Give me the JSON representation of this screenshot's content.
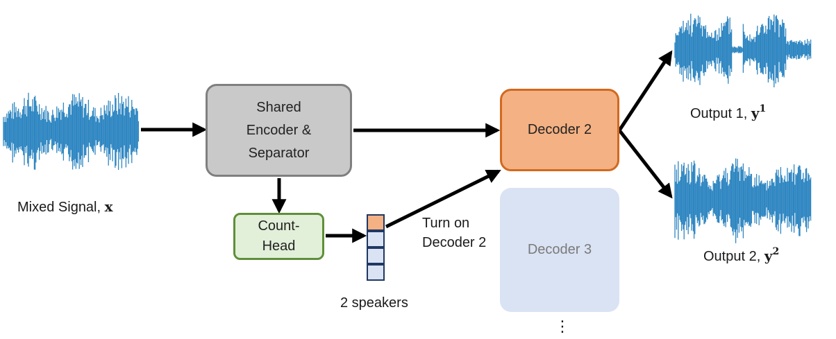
{
  "inputs": {
    "mixed_label": "Mixed Signal, ",
    "mixed_symbol": "x"
  },
  "blocks": {
    "encoder_lines": [
      "Shared",
      "Encoder &",
      "Separator"
    ],
    "counthead_lines": [
      "Count-",
      "Head"
    ],
    "decoder2": "Decoder 2",
    "decoder3": "Decoder 3"
  },
  "speaker_vector": {
    "cells": 4,
    "active_index": 0,
    "caption": "2 speakers"
  },
  "annotation": {
    "turn_on_lines": [
      "Turn on",
      "Decoder 2"
    ],
    "ellipsis": "⋮"
  },
  "outputs": [
    {
      "label": "Output 1, ",
      "symbol": "y",
      "sup": "1"
    },
    {
      "label": "Output 2, ",
      "symbol": "y",
      "sup": "2"
    }
  ],
  "colors": {
    "waveform": "#2e86c1",
    "encoder_fill": "#c9c9c9",
    "encoder_border": "#7f7f7f",
    "counthead_fill": "#e2efd9",
    "counthead_border": "#5f8f3a",
    "decoder2_fill": "#f4b183",
    "decoder2_border": "#d2691e",
    "decoder3_fill": "#dae3f3",
    "arrow": "#000000"
  }
}
